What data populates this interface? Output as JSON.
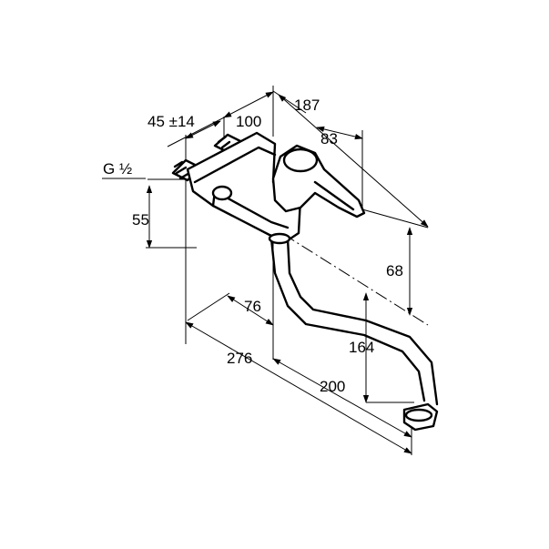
{
  "dimensions": {
    "thread": "G ½",
    "height_55": "55",
    "offset": "45 ±14",
    "body": "100",
    "overall_depth": "187",
    "lever": "83",
    "height_68": "68",
    "outlet_76": "76",
    "spout_height": "164",
    "projection": "276",
    "spout_reach": "200"
  }
}
